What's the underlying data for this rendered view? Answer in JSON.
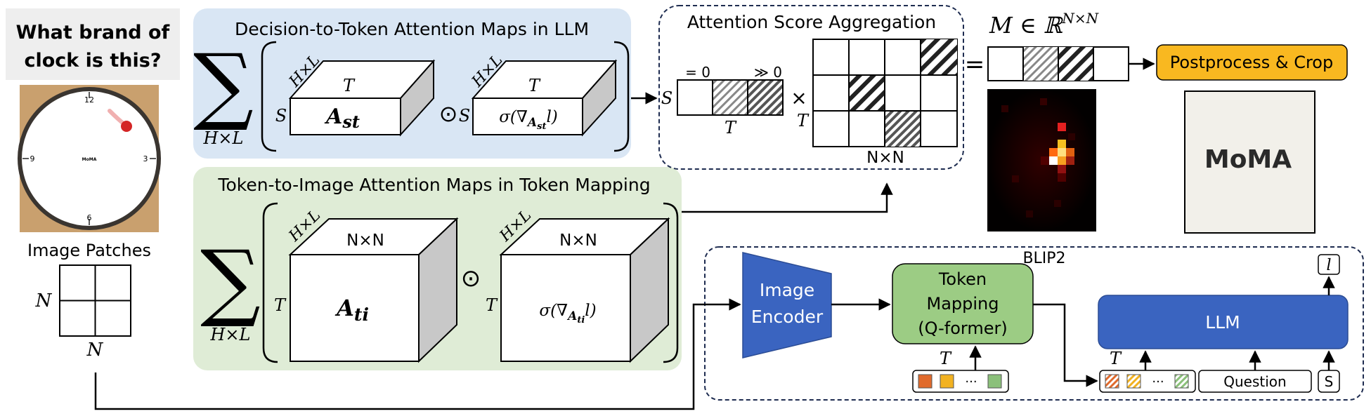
{
  "question": {
    "line1": "What brand of",
    "line2": "clock is this?"
  },
  "clock": {
    "brand": "MoMA",
    "n12": "12",
    "n3": "3",
    "n6": "6",
    "n9": "9"
  },
  "patches": {
    "title": "Image Patches",
    "n_left": "N",
    "n_bottom": "N"
  },
  "llm_panel": {
    "title": "Decision-to-Token Attention Maps in LLM",
    "sum_sub": "H×L",
    "dim_side": "H×L",
    "dim_top": "T",
    "dim_s": "S",
    "a_base": "A",
    "a_sub": "st",
    "grad_base": "σ(∇",
    "grad_sub": "A",
    "grad_subsub": "st",
    "grad_tail": "l)",
    "odot": "⊙"
  },
  "map_panel": {
    "title": "Token-to-Image Attention Maps in Token Mapping",
    "sum_sub": "H×L",
    "dim_side": "H×L",
    "dim_top": "N×N",
    "dim_t": "T",
    "a_base": "A",
    "a_sub": "ti",
    "grad_base": "σ(∇",
    "grad_sub": "A",
    "grad_subsub": "ti",
    "grad_tail": "l)",
    "odot": "⊙"
  },
  "aggregation": {
    "title": "Attention Score Aggregation",
    "eq0": "= 0",
    "gg0": "≫ 0",
    "s": "S",
    "t_bottom": "T",
    "t_left": "T",
    "times": "×",
    "nxn": "N×N"
  },
  "result": {
    "equals": "=",
    "m_label": "M ∈ ℝ",
    "m_sup": "N×N"
  },
  "postprocess": {
    "label": "Postprocess & Crop",
    "crop_text": "MoMA",
    "color": "#f9b820"
  },
  "blip2": {
    "title": "BLIP2",
    "encoder": {
      "line1": "Image",
      "line2": "Encoder",
      "color": "#3a64c0"
    },
    "mapping": {
      "line1": "Token",
      "line2": "Mapping",
      "line3": "(Q-former)",
      "color": "#9ccc84"
    },
    "llm": {
      "label": "LLM",
      "color": "#3a64c0"
    },
    "t_in": "T",
    "t_out": "T",
    "dots": "···",
    "question": "Question",
    "s": "S",
    "l": "l"
  },
  "colors": {
    "blue_panel": "#d9e6f4",
    "green_panel": "#dfecd6",
    "question_bg": "#eeeeee"
  }
}
